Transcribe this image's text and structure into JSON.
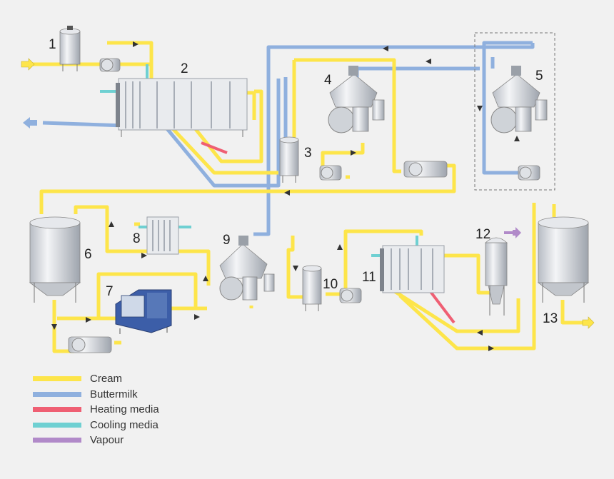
{
  "colors": {
    "cream": "#fde54a",
    "buttermilk": "#8fb0de",
    "heating": "#ef5f73",
    "cooling": "#6fd0d2",
    "vapour": "#b18ac9",
    "steel_light": "#e6e8ec",
    "steel_dark": "#9ea4ad",
    "background": "#f1f1f1"
  },
  "units": [
    {
      "id": "1",
      "label": "1"
    },
    {
      "id": "2",
      "label": "2"
    },
    {
      "id": "3",
      "label": "3"
    },
    {
      "id": "4",
      "label": "4"
    },
    {
      "id": "5",
      "label": "5"
    },
    {
      "id": "6",
      "label": "6"
    },
    {
      "id": "7",
      "label": "7"
    },
    {
      "id": "8",
      "label": "8"
    },
    {
      "id": "9",
      "label": "9"
    },
    {
      "id": "10",
      "label": "10"
    },
    {
      "id": "11",
      "label": "11"
    },
    {
      "id": "12",
      "label": "12"
    },
    {
      "id": "13",
      "label": "13"
    }
  ],
  "legend": [
    {
      "label": "Cream",
      "color": "#fde54a"
    },
    {
      "label": "Buttermilk",
      "color": "#8fb0de"
    },
    {
      "label": "Heating media",
      "color": "#ef5f73"
    },
    {
      "label": "Cooling media",
      "color": "#6fd0d2"
    },
    {
      "label": "Vapour",
      "color": "#b18ac9"
    }
  ]
}
